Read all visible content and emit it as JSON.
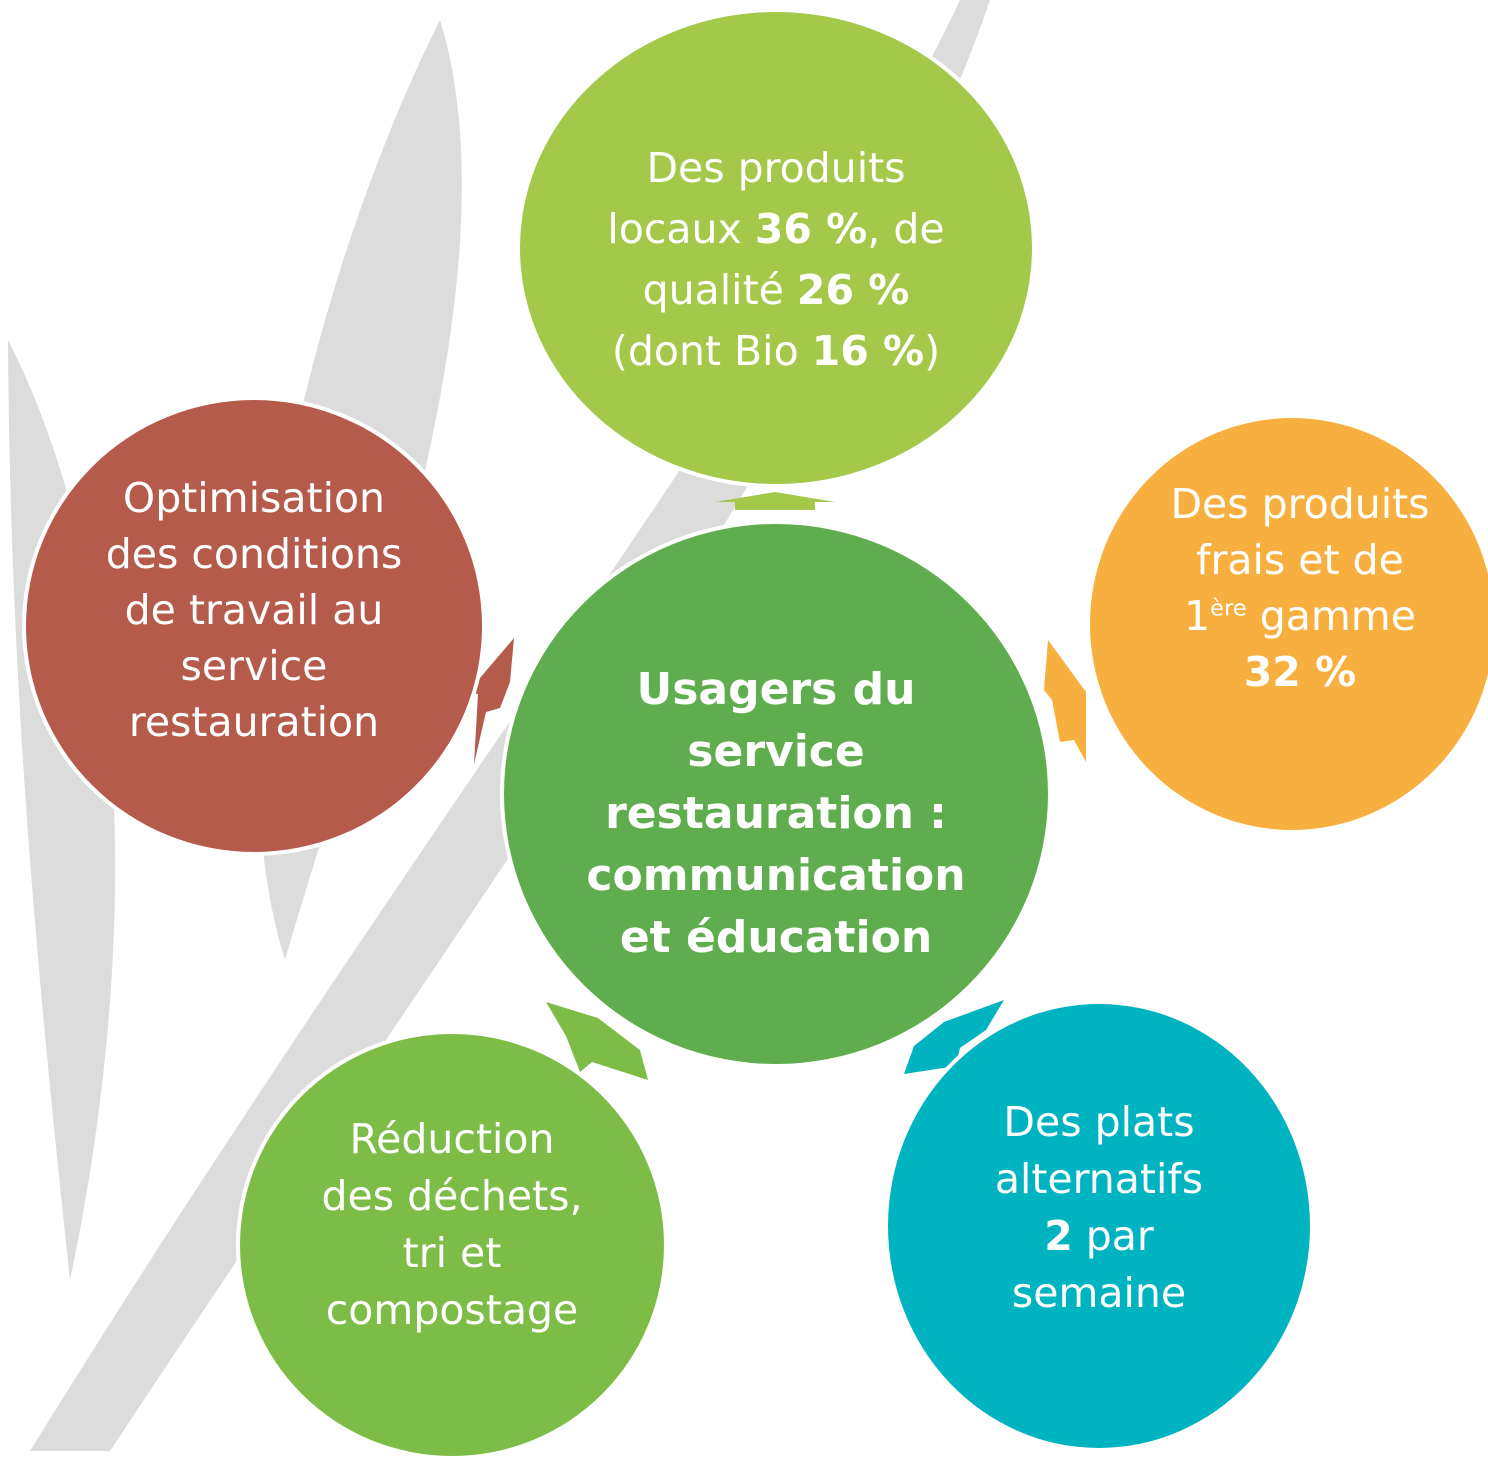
{
  "center": {
    "lines": [
      "Usagers du",
      "service",
      "restauration :",
      "communication",
      "et éducation"
    ]
  },
  "top": {
    "line1": "Des produits",
    "line2_a": "locaux ",
    "line2_b": "36 %",
    "line2_c": ", de",
    "line3_a": "qualité ",
    "line3_b": "26 %",
    "line4_a": "(dont Bio ",
    "line4_b": "16 %",
    "line4_c": ")"
  },
  "left": {
    "lines": [
      "Optimisation",
      "des conditions",
      "de travail au",
      "service",
      "restauration"
    ]
  },
  "right": {
    "line1": "Des produits",
    "line2": "frais et de",
    "line3_num": "1",
    "line3_sup": "ère",
    "line3_rest": " gamme",
    "line4": "32 %"
  },
  "bottom_left": {
    "lines": [
      "Réduction",
      "des déchets,",
      "tri et",
      "compostage"
    ]
  },
  "bottom_right": {
    "line1": "Des plats",
    "line2": "alternatifs",
    "line3_bold": "2",
    "line3_rest": " par",
    "line4": "semaine"
  },
  "colors": {
    "center": "#60ad4f",
    "top": "#a4c94a",
    "left": "#b55b4c",
    "right": "#f7b03f",
    "bottom_left": "#7dbd47",
    "bottom_right": "#00b3c0",
    "leaves": "#dcdcdc"
  }
}
